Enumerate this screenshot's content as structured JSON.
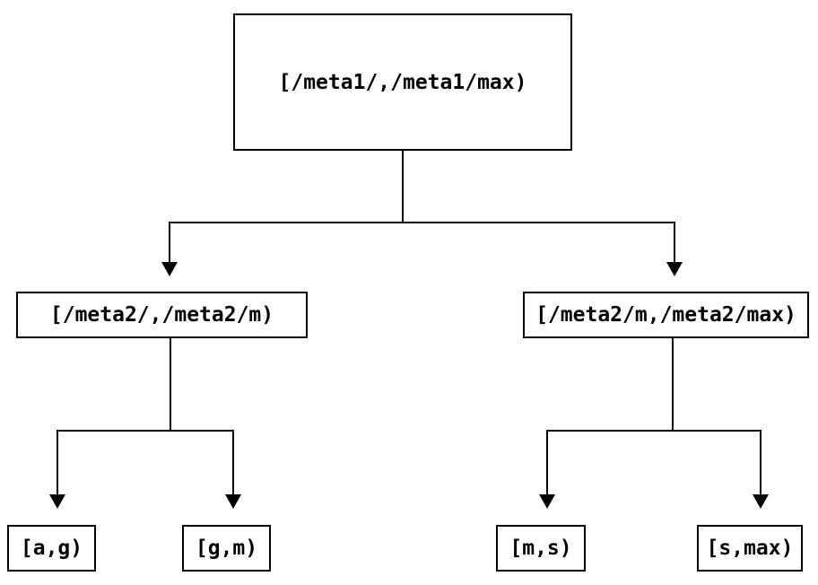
{
  "diagram": {
    "type": "interval-partition-tree",
    "nodes": {
      "root": {
        "label": "[/meta1/,/meta1/max)"
      },
      "level2_left": {
        "label": "[/meta2/,/meta2/m)"
      },
      "level2_right": {
        "label": "[/meta2/m,/meta2/max)"
      },
      "leaf_ag": {
        "label": "[a,g)"
      },
      "leaf_gm": {
        "label": "[g,m)"
      },
      "leaf_ms": {
        "label": "[m,s)"
      },
      "leaf_smax": {
        "label": "[s,max)"
      }
    },
    "edges": [
      {
        "from": "root",
        "to": "level2_left"
      },
      {
        "from": "root",
        "to": "level2_right"
      },
      {
        "from": "level2_left",
        "to": "leaf_ag"
      },
      {
        "from": "level2_left",
        "to": "leaf_gm"
      },
      {
        "from": "level2_right",
        "to": "leaf_ms"
      },
      {
        "from": "level2_right",
        "to": "leaf_smax"
      }
    ],
    "colors": {
      "line": "#000000",
      "box_border": "#000000",
      "text": "#000000",
      "background": "#ffffff"
    }
  }
}
